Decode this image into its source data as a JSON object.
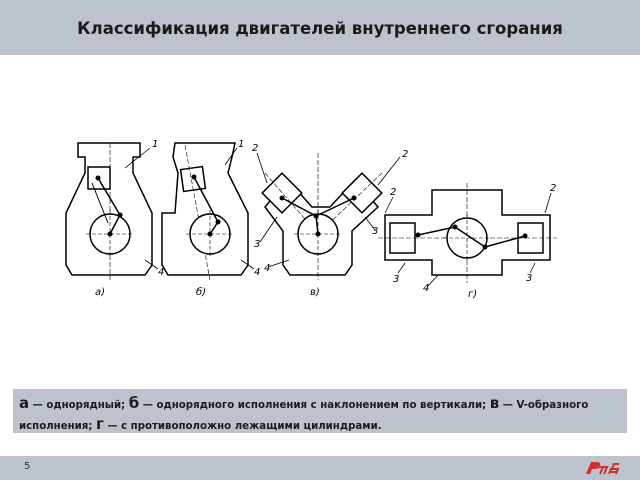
{
  "title": "Классификация двигателей внутреннего сгорания",
  "figure": {
    "callouts": {
      "one": "1",
      "two": "2",
      "three": "3",
      "four": "4"
    },
    "sublabels": {
      "a": "а)",
      "b": "б)",
      "v": "в)",
      "g": "г)"
    }
  },
  "caption": {
    "a_letter": "а",
    "a_text": " — однорядный; ",
    "b_letter": "б",
    "b_text": " — однорядного исполнения с наклонением по вертикали; ",
    "v_letter": "в",
    "v_text": " — V-образного исполнения; ",
    "g_letter": "г",
    "g_text": " — с противоположно лежащими цилиндрами."
  },
  "footer": {
    "page_number": "5"
  },
  "colors": {
    "band": "#bcc3cd",
    "logo_red": "#d32f2f"
  }
}
